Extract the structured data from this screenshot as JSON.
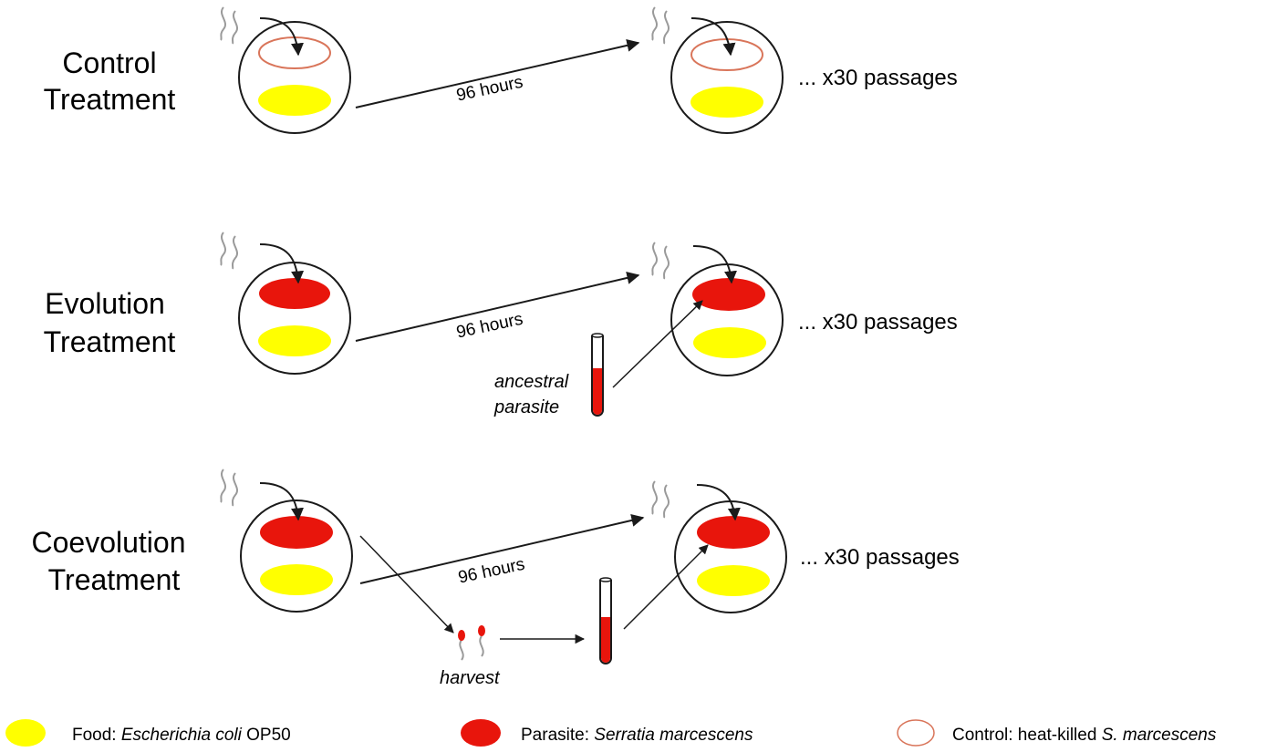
{
  "rows": [
    {
      "id": "control",
      "label_line1": "Control",
      "label_line2": "Treatment",
      "duration": "96 hours",
      "passages": "... x30 passages",
      "top_spot": "heat-killed-parasite-ring",
      "bottom_spot": "food"
    },
    {
      "id": "evolution",
      "label_line1": "Evolution",
      "label_line2": "Treatment",
      "duration": "96 hours",
      "passages": "... x30 passages",
      "top_spot": "parasite",
      "bottom_spot": "food",
      "source_line1": "ancestral",
      "source_line2": "parasite"
    },
    {
      "id": "coevolution",
      "label_line1": "Coevolution",
      "label_line2": "Treatment",
      "duration": "96 hours",
      "passages": "... x30 passages",
      "top_spot": "parasite",
      "bottom_spot": "food",
      "harvest_label": "harvest"
    }
  ],
  "legend": {
    "food": {
      "prefix": "Food: ",
      "species": "Escherichia coli",
      "suffix": " OP50"
    },
    "parasite": {
      "prefix": "Parasite: ",
      "species": "Serratia marcescens",
      "suffix": ""
    },
    "control": {
      "prefix": "Control: heat-killed ",
      "species": "S. marcescens",
      "suffix": ""
    }
  },
  "colors": {
    "food": "#ffff00",
    "parasite": "#e8150c",
    "control_ring": "#d9755a",
    "outline": "#1a1a1a",
    "worm": "#9a9a9a"
  },
  "icons": [
    "worm-icon",
    "petri-dish-icon",
    "test-tube-icon",
    "curved-arrow-icon"
  ]
}
